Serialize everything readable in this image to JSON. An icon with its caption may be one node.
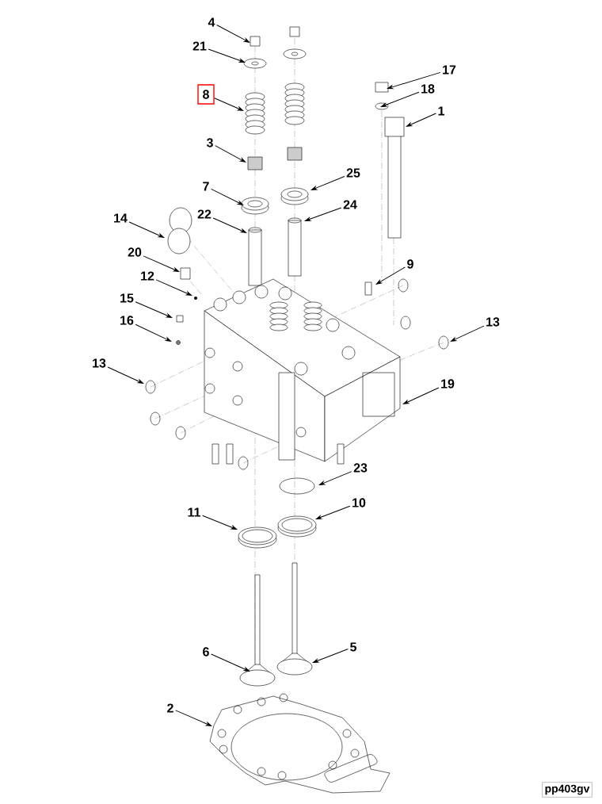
{
  "diagram": {
    "nodes": [
      {
        "text": [
          "4"
        ]
      },
      {
        "text": [
          "21"
        ]
      },
      {
        "text": [
          "8"
        ]
      },
      {
        "text": [
          "3"
        ]
      },
      {
        "text": [
          "7"
        ]
      },
      {
        "text": [
          "14"
        ]
      },
      {
        "text": [
          "22"
        ]
      },
      {
        "text": [
          "20"
        ]
      },
      {
        "text": [
          "12"
        ]
      },
      {
        "text": [
          "15"
        ]
      },
      {
        "text": [
          "16"
        ]
      },
      {
        "text": [
          "13"
        ]
      },
      {
        "text": [
          "17"
        ]
      },
      {
        "text": [
          "18"
        ]
      },
      {
        "text": [
          "1"
        ]
      },
      {
        "text": [
          "25"
        ]
      },
      {
        "text": [
          "24"
        ]
      },
      {
        "text": [
          "9"
        ]
      },
      {
        "text": [
          "13"
        ]
      },
      {
        "text": [
          "19"
        ]
      },
      {
        "text": [
          "23"
        ]
      },
      {
        "text": [
          "11"
        ]
      },
      {
        "text": [
          "10"
        ]
      },
      {
        "text": [
          "6"
        ]
      },
      {
        "text": [
          "5"
        ]
      },
      {
        "text": [
          "2"
        ]
      }
    ],
    "edges": [
      {
        "from": 0,
        "to": null,
        "arrow": "to"
      },
      {
        "from": 1,
        "to": null,
        "arrow": "to"
      },
      {
        "from": 2,
        "to": null,
        "arrow": "to"
      },
      {
        "from": 3,
        "to": null,
        "arrow": "to"
      },
      {
        "from": 4,
        "to": null,
        "arrow": "to"
      },
      {
        "from": 5,
        "to": null,
        "arrow": "to"
      },
      {
        "from": 6,
        "to": null,
        "arrow": "to"
      },
      {
        "from": 7,
        "to": null,
        "arrow": "to"
      },
      {
        "from": 8,
        "to": null,
        "arrow": "to"
      },
      {
        "from": 9,
        "to": null,
        "arrow": "to"
      },
      {
        "from": 10,
        "to": null,
        "arrow": "to"
      },
      {
        "from": 11,
        "to": null,
        "arrow": "to"
      },
      {
        "from": 12,
        "to": null,
        "arrow": "to"
      },
      {
        "from": 13,
        "to": null,
        "arrow": "to"
      },
      {
        "from": 14,
        "to": null,
        "arrow": "to"
      },
      {
        "from": 15,
        "to": null,
        "arrow": "to"
      },
      {
        "from": 16,
        "to": null,
        "arrow": "to"
      },
      {
        "from": 17,
        "to": null,
        "arrow": "to"
      },
      {
        "from": 18,
        "to": null,
        "arrow": "to"
      },
      {
        "from": 19,
        "to": null,
        "arrow": "to"
      },
      {
        "from": 20,
        "to": null,
        "arrow": "to"
      },
      {
        "from": 21,
        "to": null,
        "arrow": "to"
      },
      {
        "from": 22,
        "to": null,
        "arrow": "to"
      },
      {
        "from": 23,
        "to": null,
        "arrow": "to"
      },
      {
        "from": 24,
        "to": null,
        "arrow": "to"
      },
      {
        "from": 25,
        "to": null,
        "arrow": "to"
      }
    ],
    "labels": [
      "pp403gv"
    ]
  }
}
